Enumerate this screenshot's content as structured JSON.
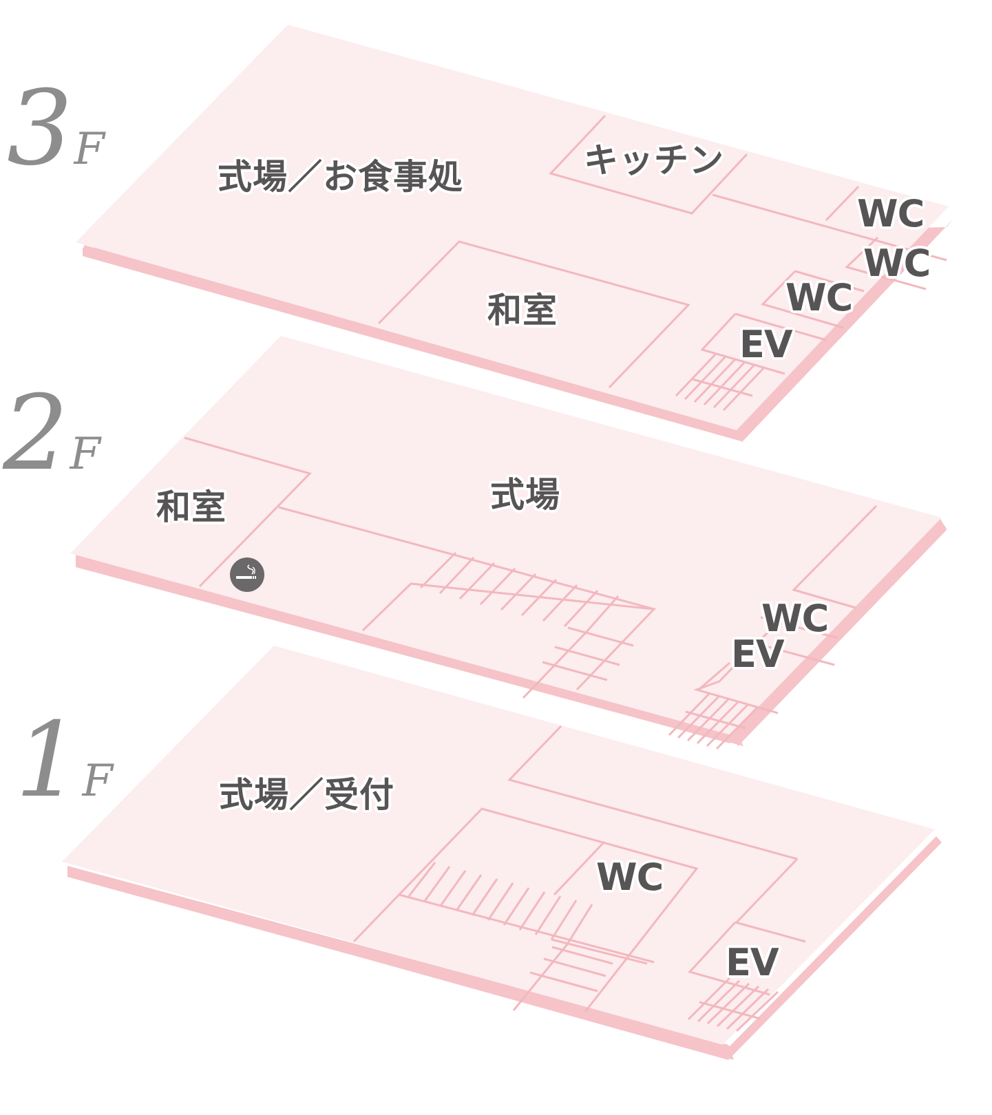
{
  "colors": {
    "floor_fill": "#fcedef",
    "floor_edge": "#f5c3c8",
    "wall_line": "#f2b8bd",
    "label_text": "#575455",
    "floor_number": "#8d8d8d",
    "smoking_icon_bg": "#6a6869"
  },
  "floors": [
    {
      "id": "3F",
      "number": "3",
      "suffix": "F",
      "rooms": [
        {
          "name": "ceremony-dining",
          "label": "式場／お食事処"
        },
        {
          "name": "kitchen",
          "label": "キッチン"
        },
        {
          "name": "japanese-room",
          "label": "和室"
        },
        {
          "name": "wc-1",
          "label": "WC"
        },
        {
          "name": "wc-2",
          "label": "WC"
        },
        {
          "name": "wc-3",
          "label": "WC"
        },
        {
          "name": "elevator",
          "label": "EV"
        }
      ]
    },
    {
      "id": "2F",
      "number": "2",
      "suffix": "F",
      "rooms": [
        {
          "name": "japanese-room",
          "label": "和室"
        },
        {
          "name": "ceremony-hall",
          "label": "式場"
        },
        {
          "name": "wc",
          "label": "WC"
        },
        {
          "name": "elevator",
          "label": "EV"
        }
      ],
      "icons": [
        {
          "name": "smoking-area-icon"
        }
      ]
    },
    {
      "id": "1F",
      "number": "1",
      "suffix": "F",
      "rooms": [
        {
          "name": "ceremony-reception",
          "label": "式場／受付"
        },
        {
          "name": "wc",
          "label": "WC"
        },
        {
          "name": "elevator",
          "label": "EV"
        }
      ]
    }
  ]
}
